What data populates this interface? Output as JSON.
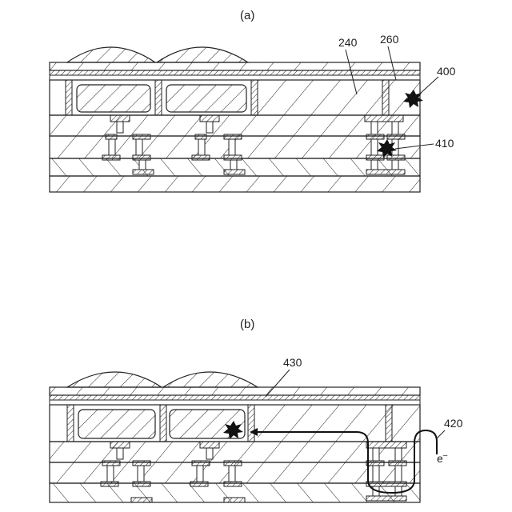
{
  "panel_a": {
    "label": "(a)",
    "refs": {
      "r240": "240",
      "r260": "260",
      "r400": "400",
      "r410": "410"
    }
  },
  "panel_b": {
    "label": "(b)",
    "refs": {
      "r430": "430",
      "r420": "420",
      "electron_base": "e",
      "electron_sup": "–"
    }
  },
  "colors": {
    "line": "#222222",
    "fill": "#ffffff",
    "spot": "#111111"
  }
}
